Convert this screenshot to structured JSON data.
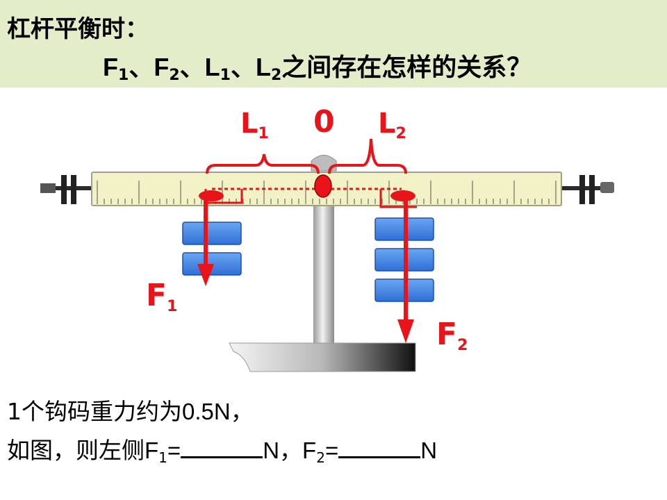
{
  "header": {
    "line1": "杠杆平衡时：",
    "q_f1": "F",
    "q_f1_sub": "1",
    "q_f2": "F",
    "q_f2_sub": "2",
    "q_l1": "L",
    "q_l1_sub": "1",
    "q_l2": "L",
    "q_l2_sub": "2",
    "sep": "、",
    "q_tail": "之间存在怎样的关系？"
  },
  "diagram": {
    "pivot_label": "0",
    "l1": "L",
    "l1_sub": "1",
    "l2": "L",
    "l2_sub": "2",
    "f1": "F",
    "f1_sub": "1",
    "f2": "F",
    "f2_sub": "2",
    "left_weights": 2,
    "right_weights": 3,
    "colors": {
      "arrow": "#e8141a",
      "weight": "#3d7fe0",
      "ruler": "#f3f1c6"
    }
  },
  "bottom": {
    "line1_a": "1个钩码重力约为",
    "line1_b": "0.5N",
    "line1_c": "，",
    "line2_a": "如图，则左侧",
    "f1": "F",
    "f1_sub": "1",
    "eq1": "=",
    "unit1": "N",
    "comma": "，",
    "f2": "F",
    "f2_sub": "2",
    "eq2": "=",
    "unit2": "N"
  }
}
